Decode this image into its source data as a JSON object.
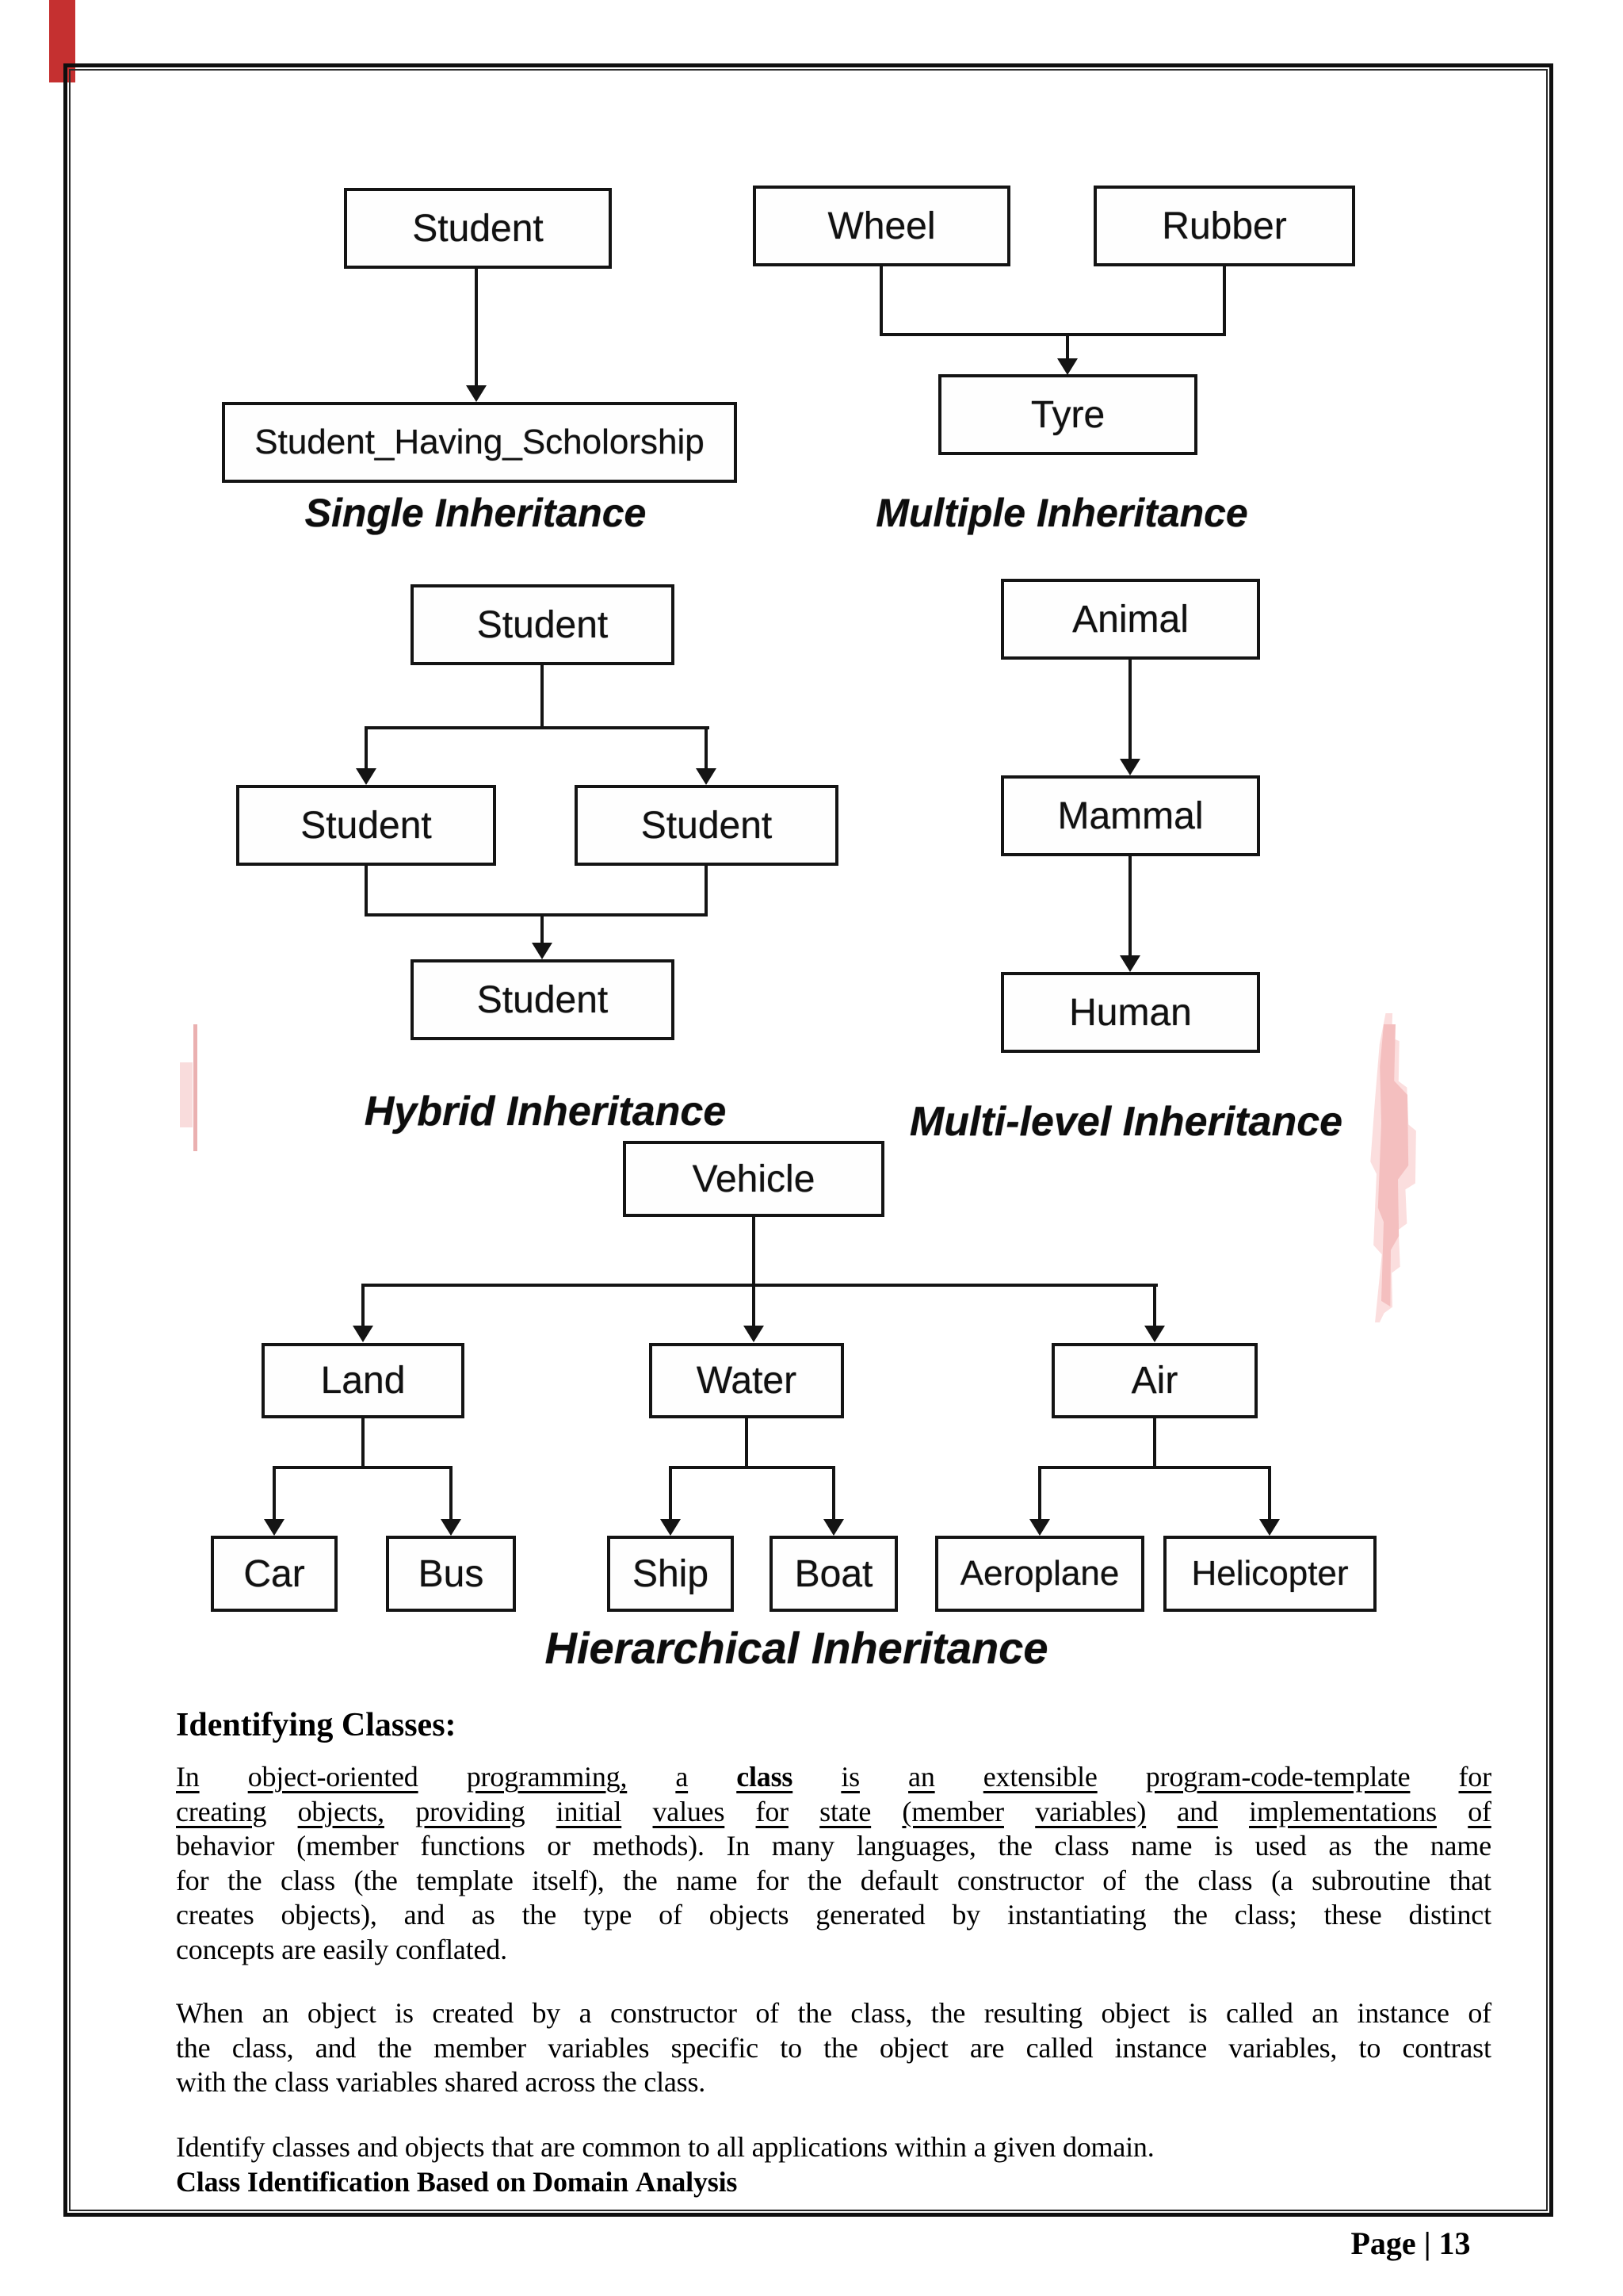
{
  "colors": {
    "ink": "#141414",
    "pen_mark_red": "#c53030",
    "pink_artifact": "#f4bfbf"
  },
  "diagrams": {
    "single": {
      "caption": "Single Inheritance",
      "parent": "Student",
      "child": "Student_Having_Scholorship"
    },
    "multiple": {
      "caption": "Multiple Inheritance",
      "parent1": "Wheel",
      "parent2": "Rubber",
      "child": "Tyre"
    },
    "hybrid": {
      "caption": "Hybrid Inheritance",
      "top": "Student",
      "left": "Student",
      "right": "Student",
      "bottom": "Student"
    },
    "multilevel": {
      "caption": "Multi-level Inheritance",
      "level1": "Animal",
      "level2": "Mammal",
      "level3": "Human"
    },
    "hierarchical": {
      "caption": "Hierarchical Inheritance",
      "root": "Vehicle",
      "mid": [
        "Land",
        "Water",
        "Air"
      ],
      "leaves": [
        "Car",
        "Bus",
        "Ship",
        "Boat",
        "Aeroplane",
        "Helicopter"
      ]
    }
  },
  "content": {
    "heading": "Identifying Classes:",
    "paragraphs": [
      {
        "lines": [
          {
            "runs": [
              {
                "t": "In object-oriented programming, a "
              },
              {
                "t": "class",
                "b": true
              },
              {
                "t": " is an extensible program-code-template for"
              }
            ],
            "justify": true,
            "underline": true
          },
          {
            "runs": [
              {
                "t": "creating objects, providing initial values for state (member variables) and implementations of"
              }
            ],
            "justify": true,
            "underline": true
          },
          {
            "runs": [
              {
                "t": "behavior (member functions or methods). In many languages, the class name is used as the name"
              }
            ],
            "justify": true
          },
          {
            "runs": [
              {
                "t": "for the class (the template itself), the name for the default constructor of the class (a subroutine that"
              }
            ],
            "justify": true
          },
          {
            "runs": [
              {
                "t": "creates objects), and as the type of objects generated by instantiating the class; these distinct"
              }
            ],
            "justify": true
          },
          {
            "runs": [
              {
                "t": "concepts are easily conflated."
              }
            ]
          }
        ]
      },
      {
        "lines": [
          {
            "runs": [
              {
                "t": "When an object is created by a constructor of the class, the resulting object is called an instance of"
              }
            ],
            "justify": true
          },
          {
            "runs": [
              {
                "t": "the class, and the member variables specific to the object are called instance variables, to contrast"
              }
            ],
            "justify": true
          },
          {
            "runs": [
              {
                "t": "with the class variables shared across the class."
              }
            ]
          }
        ]
      },
      {
        "lines": [
          {
            "runs": [
              {
                "t": "Identify classes and objects that are common to all applications within a given domain."
              }
            ]
          },
          {
            "runs": [
              {
                "t": "Class Identification Based on Domain Analysis",
                "b": true
              }
            ]
          }
        ]
      }
    ]
  },
  "footer": {
    "page_label": "Page | 13"
  }
}
